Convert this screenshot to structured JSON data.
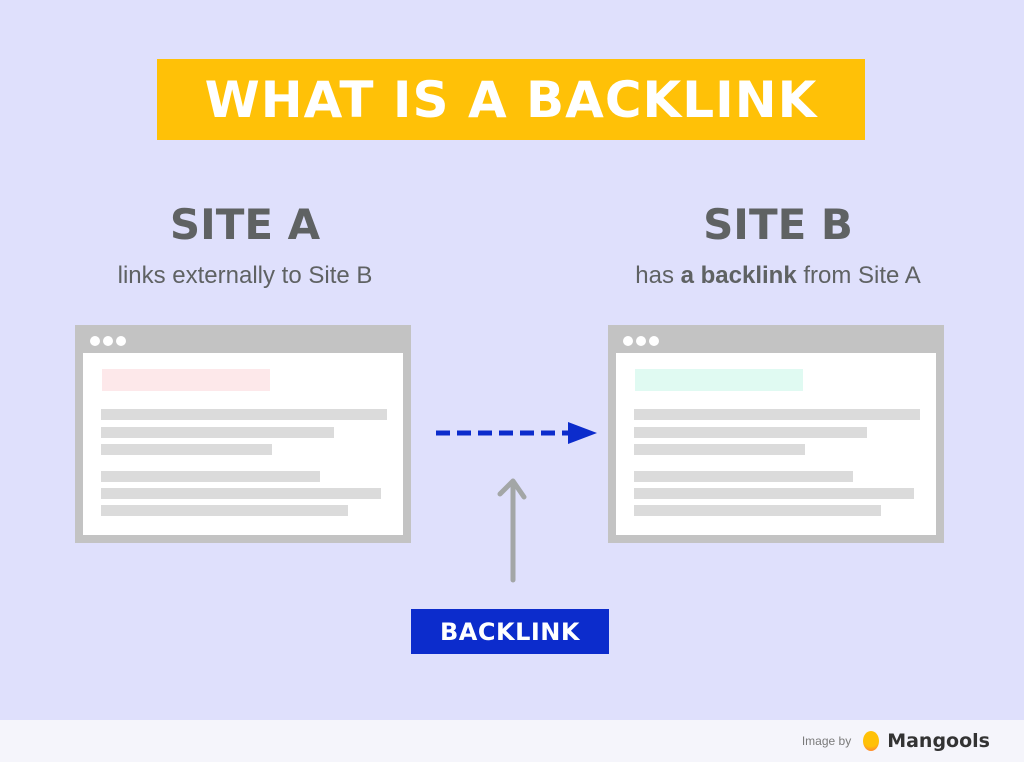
{
  "title": "WHAT IS A BACKLINK",
  "site_a": {
    "heading": "SITE A",
    "subtitle": "links externally to Site B",
    "highlight_color": "#fde8ea"
  },
  "site_b": {
    "heading": "SITE B",
    "subtitle_pre": "has ",
    "subtitle_bold": "a backlink",
    "subtitle_post": " from Site A",
    "highlight_color": "#e0faf2"
  },
  "arrow": {
    "direction": "Site A to Site B",
    "color": "#0c2ccc",
    "style": "dashed"
  },
  "label": {
    "text": "BACKLINK",
    "background": "#0c2ccc"
  },
  "footer": {
    "credit_prefix": "Image by",
    "brand": "Mangools"
  },
  "colors": {
    "background": "#dfe0fc",
    "title_bg": "#ffc107",
    "heading_text": "#5f6263",
    "browser_frame": "#c3c3c3",
    "content_line": "#dbdbdb"
  }
}
